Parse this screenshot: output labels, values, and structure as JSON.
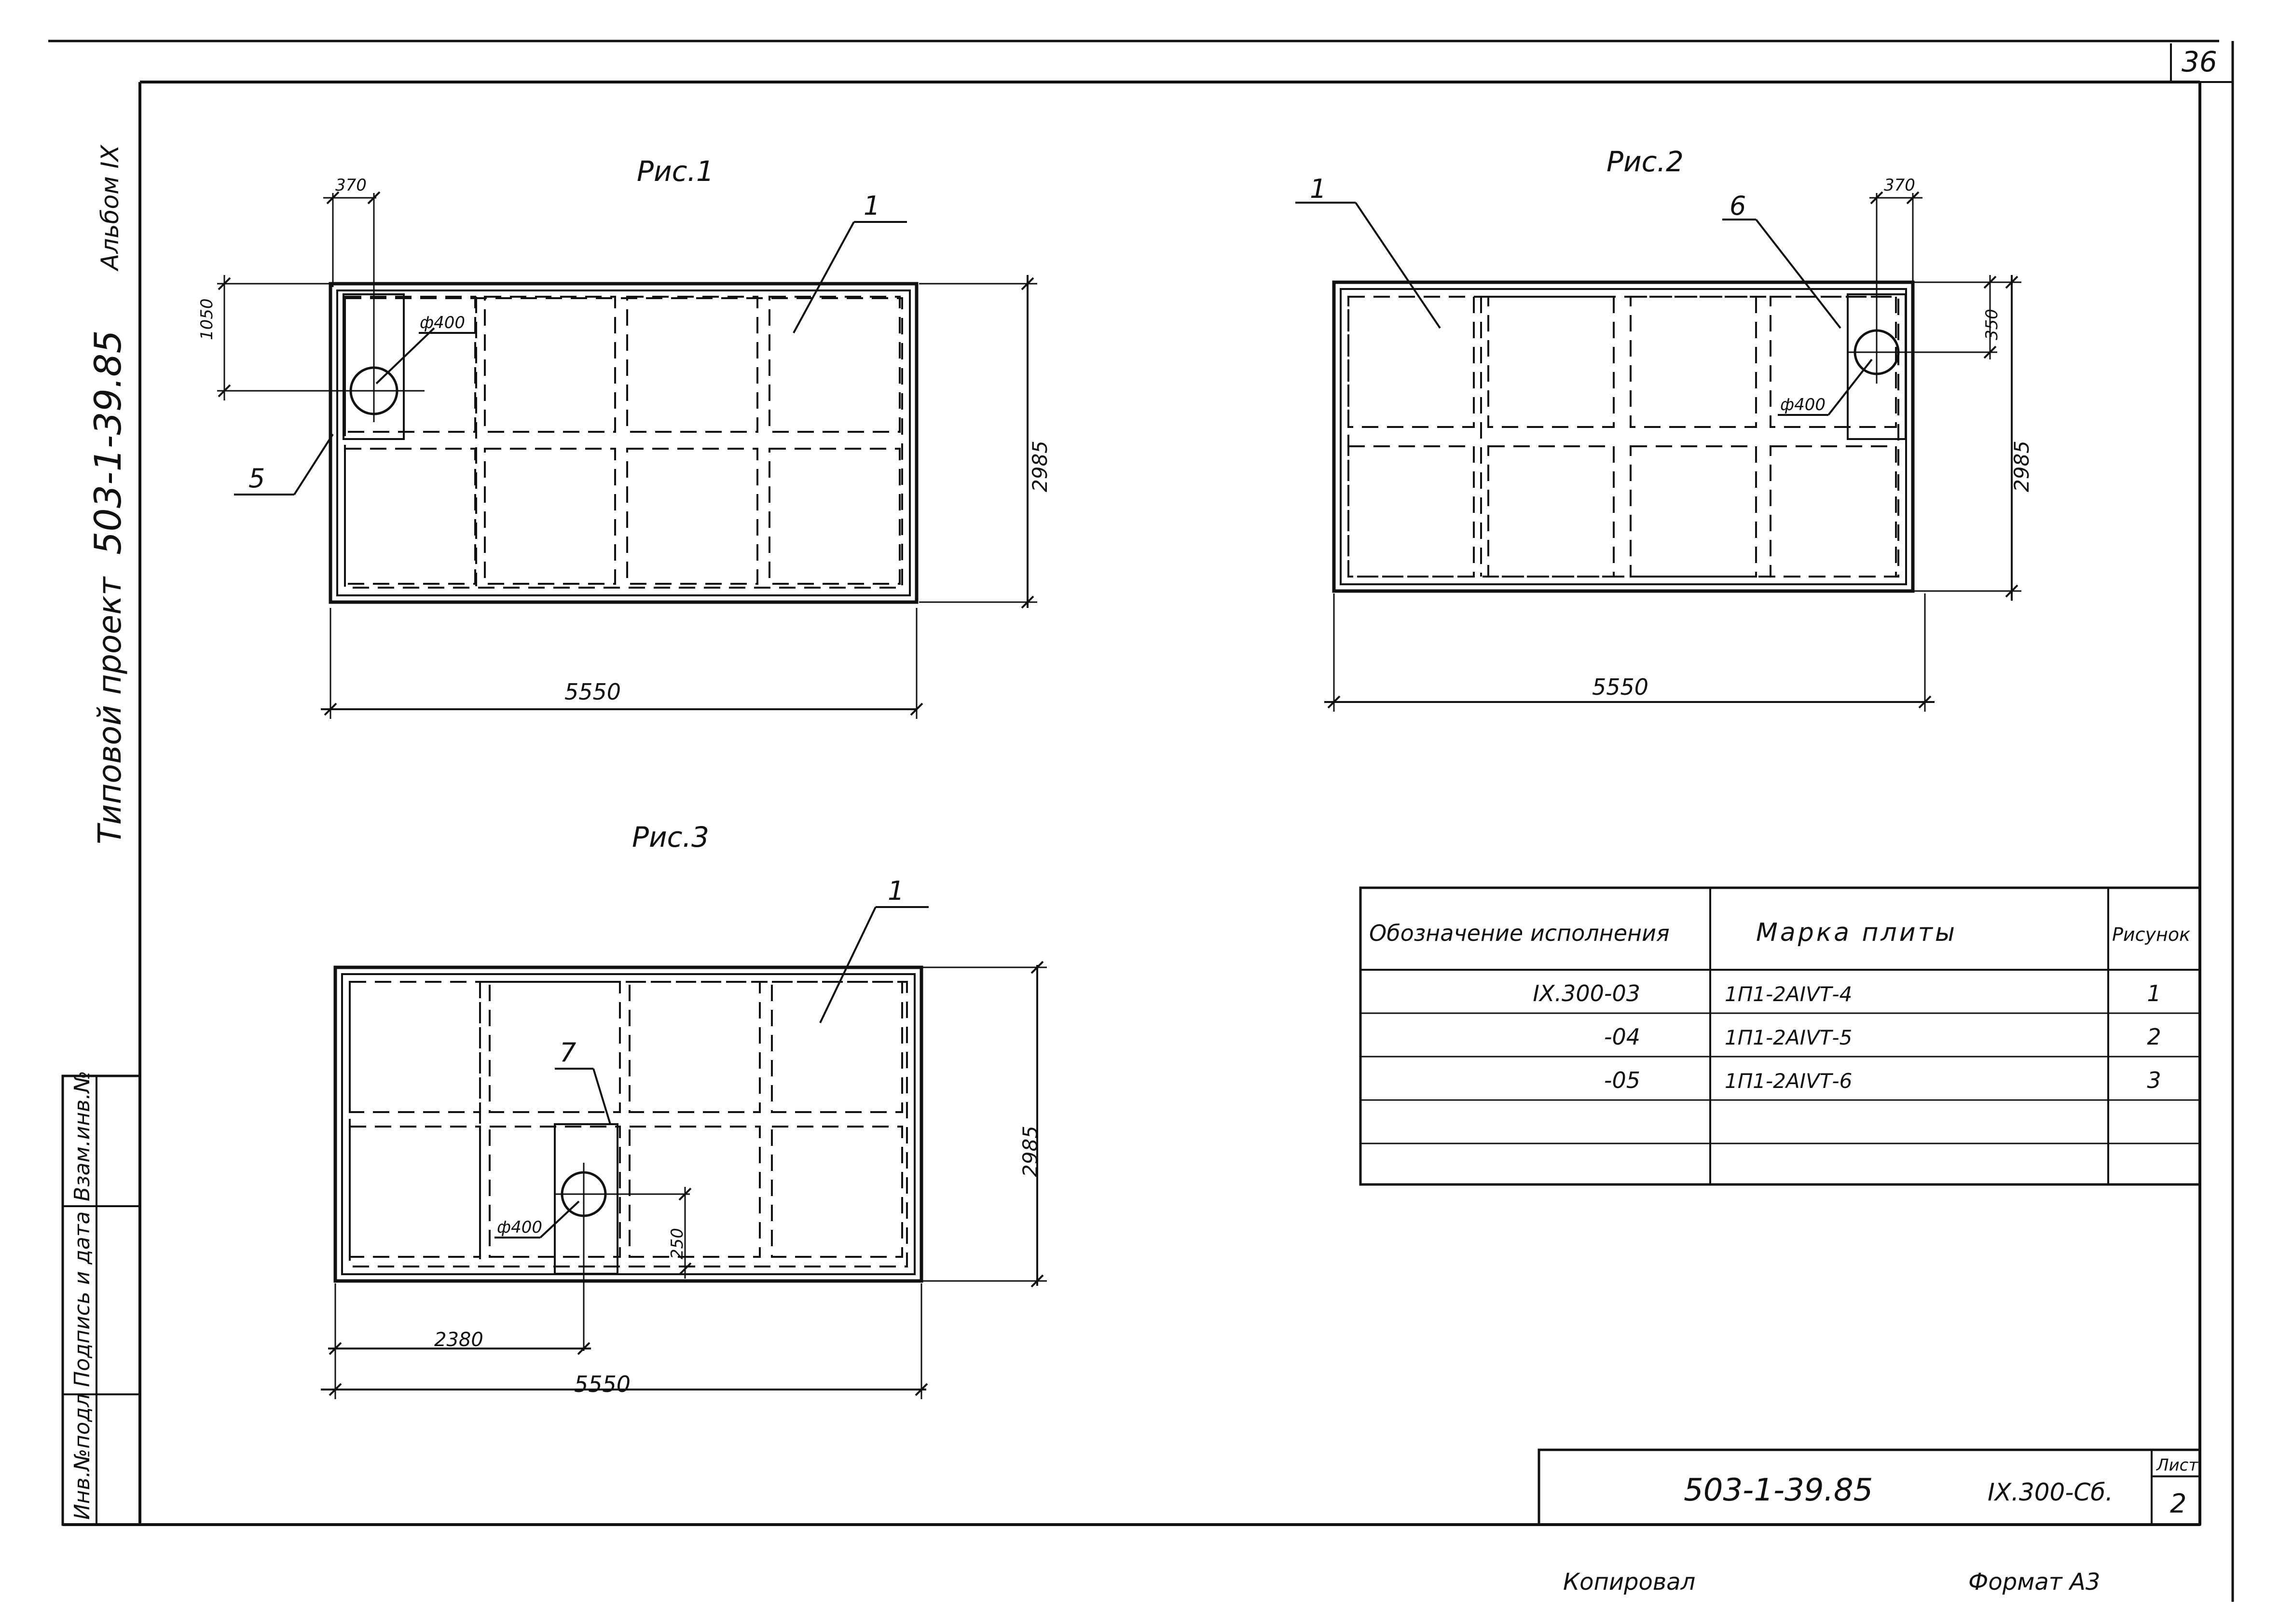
{
  "sheet": {
    "page_number": "36",
    "side_title_a": "Типовой проект",
    "side_title_b": "503-1-39.85",
    "side_title_c": "Альбом IX",
    "stamp_labels": [
      "Инв.№подл",
      "Подпись и дата",
      "Взам.инв.№"
    ],
    "copied_label": "Копировал",
    "format_label": "Формат А3"
  },
  "figures": [
    {
      "title": "Рис.1",
      "dim_width": "5550",
      "dim_height": "2985",
      "dim_hole_offset_x": "370",
      "dim_hole_offset_y": "1050",
      "hole_label": "ф400",
      "callout_plate": "1",
      "callout_element": "5"
    },
    {
      "title": "Рис.2",
      "dim_width": "5550",
      "dim_height": "2985",
      "dim_hole_offset_x": "370",
      "dim_hole_offset_y": "350",
      "hole_label": "ф400",
      "callout_plate": "1",
      "callout_element": "6"
    },
    {
      "title": "Рис.3",
      "dim_width": "5550",
      "dim_height": "2985",
      "dim_hole_offset_x": "2380",
      "dim_hole_offset_y": "250",
      "hole_label": "ф400",
      "callout_plate": "1",
      "callout_element": "7"
    }
  ],
  "table": {
    "headers": [
      "Обозначение исполнения",
      "Марка плиты",
      "Рисунок"
    ],
    "rows": [
      [
        "IX.300-03",
        "1П1-2АIVТ-4",
        "1"
      ],
      [
        "-04",
        "1П1-2АIVТ-5",
        "2"
      ],
      [
        "-05",
        "1П1-2АIVТ-6",
        "3"
      ]
    ]
  },
  "title_block": {
    "code": "503-1-39.85",
    "designation": "IX.300-Сб.",
    "sheet_label": "Лист",
    "sheet_number": "2"
  }
}
